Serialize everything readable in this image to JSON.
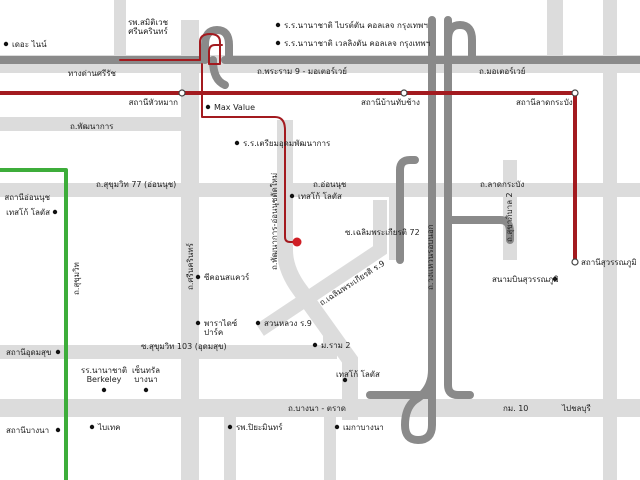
{
  "map": {
    "colors": {
      "road": "#dcdcdc",
      "expressway": "#8a8a8a",
      "red_line": "#a31a1f",
      "green_line": "#3dad3a",
      "route": "#a31a1f",
      "destination": "#d01f26"
    },
    "markers": {
      "destination": "red-pin"
    },
    "roads": {
      "rama9": "ถ.พระราม 9 - มอเตอร์เวย์",
      "motorway": "ถ.มอเตอร์เวย์",
      "pattanakarn": "ถ.พัฒนาการ",
      "sukhumvit77": "ถ.สุขุมวิท 77 (อ่อนนุช)",
      "onnut": "ถ.อ่อนนุช",
      "latkrabang": "ถ.ลาดกระบัง",
      "sukhumvit103": "ซ.สุขุมวิท 103 (อุดมสุข)",
      "bangna_trad": "ถ.บางนา - ตราด",
      "km10": "กม. 10",
      "to_chonburi": "ไปชลบุรี",
      "sukhumvit": "ถ.สุขุมวิท",
      "srinakarin": "ถ.ศรีนครินทร์",
      "pattanakarn_onnut": "ถ.พัฒนาการ-อ่อนนุชตัดใหม่",
      "chalerm72": "ซ.เฉลิมพระเกียรติ 72",
      "chalerm9": "ถ.เฉลิมพระเกียรติ ร.9",
      "kingkaew": "ถ.วงแหวนรอบนอก",
      "suksaphiban2": "ถ.สุขาภิบาล 2",
      "srinakarin_tollgate": "ทางด่านศรีรัช"
    },
    "stations": {
      "hua_mak": "สถานีหัวหมาก",
      "ban_thap_chang": "สถานีบ้านทับช้าง",
      "lat_krabang": "สถานีลาดกระบัง",
      "suvarnabhumi": "สถานีสุวรรณภูมิ",
      "on_nut": "สถานีอ่อนนุช",
      "udom_suk": "สถานีอุดมสุข",
      "bang_na": "สถานีบางนา",
      "suvarnabhumi_airport": "สนามบินสุวรรณภูมิ"
    },
    "places": {
      "paradise_park": "เดอะ ไนน์",
      "samitivej": "รพ.สมิติเวช ศรีนครินทร์",
      "bangkok_christian": "ร.ร.นานาชาติ ไบรต์ตัน คอลเลจ กรุงเทพฯ",
      "wellington": "ร.ร.นานาชาติ เวลลิงตัน คอลเลจ กรุงเทพฯ",
      "max_value": "Max Value",
      "school_pattanakarn": "ร.ร.เตรียมอุดมพัฒนาการ",
      "tesco_onnut": "เทสโก้ โลตัส",
      "tesco_onnut_station": "สถานีอ่อนนุช เทสโก้ โลตัส",
      "seacon_square": "ซีคอนสแควร์",
      "paradise_park_mall": "พาราไดซ์ ปาร์ค",
      "suan_luang": "สวนหลวง ร.9",
      "rama2": "ม.ราม 2",
      "tesco_bangna": "เทสโก้ โลตัส",
      "berkeley": "รร.นานาชาติ Berkeley",
      "central_bangna": "เซ็นทรัล บางนา",
      "big_c": "ไบเทค",
      "piyamin": "รพ.ปิยะมินทร์",
      "mega_bangna": "เมกาบางนา"
    }
  }
}
